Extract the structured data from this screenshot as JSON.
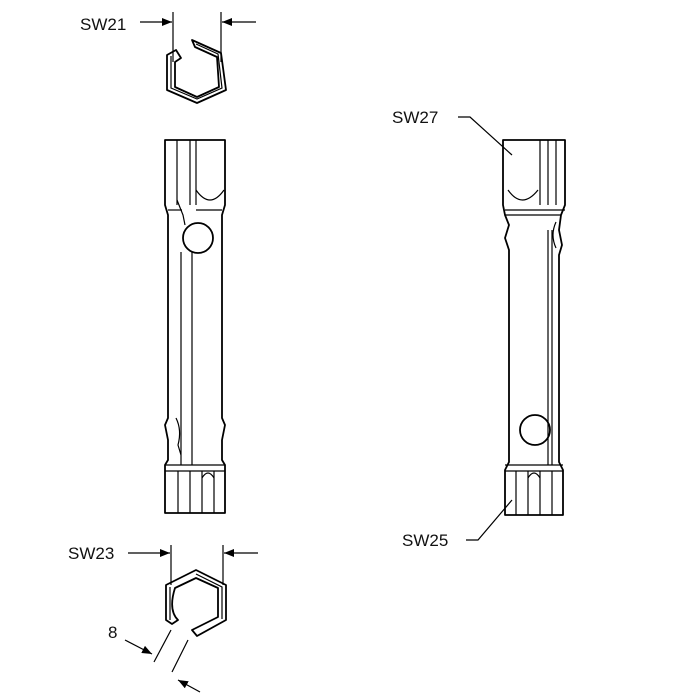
{
  "labels": {
    "sw21": "SW21",
    "sw23": "SW23",
    "sw25": "SW25",
    "sw27": "SW27",
    "gap": "8"
  },
  "colors": {
    "line": "#000000",
    "background": "#ffffff"
  }
}
